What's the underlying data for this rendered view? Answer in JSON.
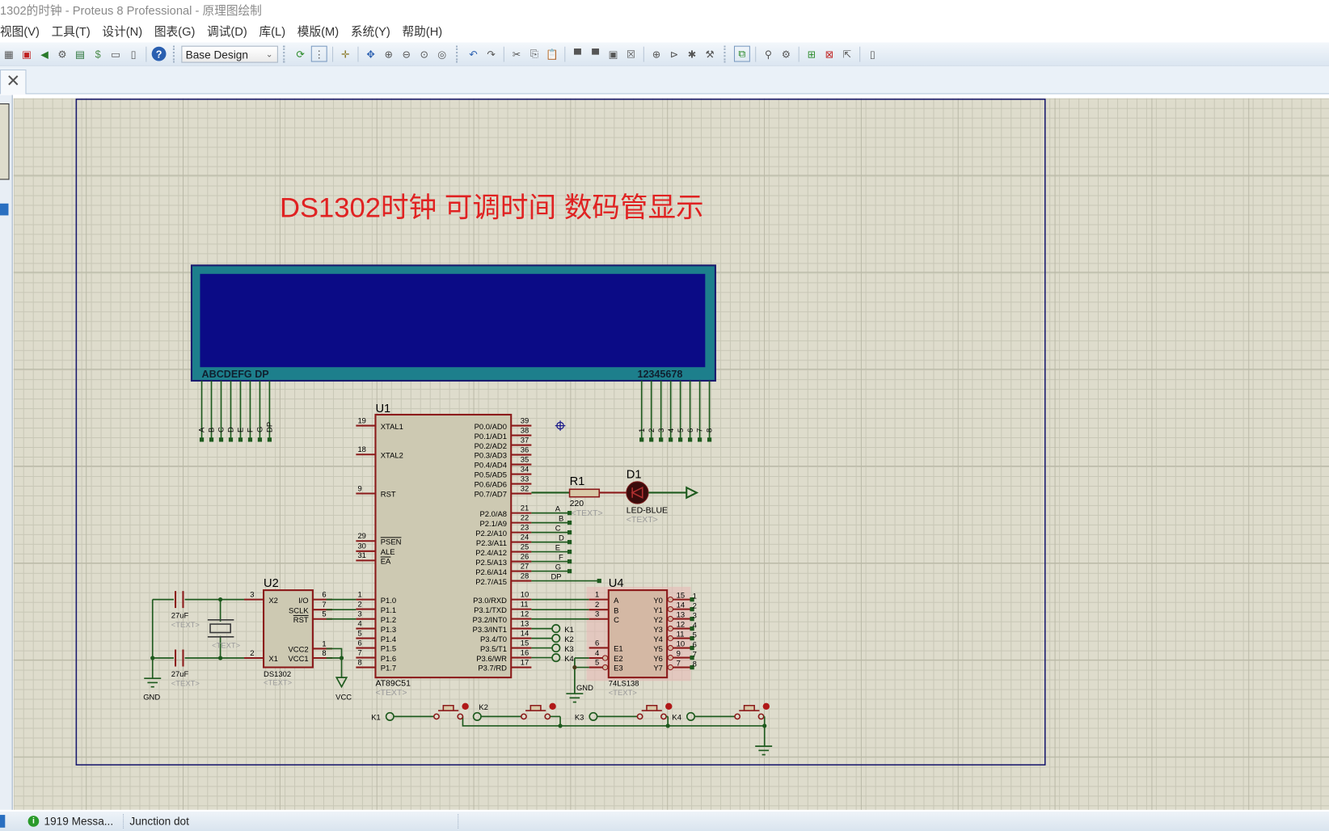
{
  "window": {
    "title": "1302的时钟 - Proteus 8 Professional - 原理图绘制"
  },
  "menu": [
    "视图(V)",
    "工具(T)",
    "设计(N)",
    "图表(G)",
    "调试(D)",
    "库(L)",
    "模版(M)",
    "系统(Y)",
    "帮助(H)"
  ],
  "toolbar": {
    "design_select": "Base Design"
  },
  "tab": {
    "close": "✕"
  },
  "status": {
    "messages": "1919 Messa...",
    "hint": "Junction dot"
  },
  "schematic": {
    "title": "DS1302时钟  可调时间 数码管显示",
    "display": {
      "seg_label": "ABCDEFG DP",
      "digit_label": "12345678",
      "seg_pins": [
        "A",
        "B",
        "C",
        "D",
        "E",
        "F",
        "G",
        "DP"
      ],
      "digit_pins": [
        "1",
        "2",
        "3",
        "4",
        "5",
        "6",
        "7",
        "8"
      ]
    },
    "u1": {
      "ref": "U1",
      "part": "AT89C51",
      "text": "<TEXT>",
      "left_pins": [
        [
          "19",
          "XTAL1"
        ],
        [
          "18",
          "XTAL2"
        ],
        [
          "9",
          "RST"
        ],
        [
          "29",
          "PSEN"
        ],
        [
          "30",
          "ALE"
        ],
        [
          "31",
          "EA"
        ],
        [
          "1",
          "P1.0"
        ],
        [
          "2",
          "P1.1"
        ],
        [
          "3",
          "P1.2"
        ],
        [
          "4",
          "P1.3"
        ],
        [
          "5",
          "P1.4"
        ],
        [
          "6",
          "P1.5"
        ],
        [
          "7",
          "P1.6"
        ],
        [
          "8",
          "P1.7"
        ]
      ],
      "p0": [
        [
          "39",
          "P0.0/AD0"
        ],
        [
          "38",
          "P0.1/AD1"
        ],
        [
          "37",
          "P0.2/AD2"
        ],
        [
          "36",
          "P0.3/AD3"
        ],
        [
          "35",
          "P0.4/AD4"
        ],
        [
          "34",
          "P0.5/AD5"
        ],
        [
          "33",
          "P0.6/AD6"
        ],
        [
          "32",
          "P0.7/AD7"
        ]
      ],
      "p2": [
        [
          "21",
          "P2.0/A8"
        ],
        [
          "22",
          "P2.1/A9"
        ],
        [
          "23",
          "P2.2/A10"
        ],
        [
          "24",
          "P2.3/A11"
        ],
        [
          "25",
          "P2.4/A12"
        ],
        [
          "26",
          "P2.5/A13"
        ],
        [
          "27",
          "P2.6/A14"
        ],
        [
          "28",
          "P2.7/A15"
        ]
      ],
      "p3": [
        [
          "10",
          "P3.0/RXD"
        ],
        [
          "11",
          "P3.1/TXD"
        ],
        [
          "12",
          "P3.2/INT0"
        ],
        [
          "13",
          "P3.3/INT1"
        ],
        [
          "14",
          "P3.4/T0"
        ],
        [
          "15",
          "P3.5/T1"
        ],
        [
          "16",
          "P3.6/WR"
        ],
        [
          "17",
          "P3.7/RD"
        ]
      ],
      "p2_nets": [
        "A",
        "B",
        "C",
        "D",
        "E",
        "F",
        "G",
        "DP"
      ],
      "key_nets": [
        "K1",
        "K2",
        "K3",
        "K4"
      ]
    },
    "r1": {
      "ref": "R1",
      "value": "220",
      "text": "<TEXT>"
    },
    "d1": {
      "ref": "D1",
      "part": "LED-BLUE",
      "text": "<TEXT>"
    },
    "u2": {
      "ref": "U2",
      "part": "DS1302",
      "text": "<TEXT>",
      "left_pins": [
        [
          "3",
          "X2"
        ],
        [
          "2",
          "X1"
        ]
      ],
      "right_pins": [
        [
          "6",
          "I/O"
        ],
        [
          "7",
          "SCLK"
        ],
        [
          "5",
          "RST"
        ],
        [
          "1",
          "VCC2"
        ],
        [
          "8",
          "VCC1"
        ]
      ]
    },
    "caps": [
      {
        "value": "27uF",
        "text": "<TEXT>"
      },
      {
        "value": "27uF",
        "text": "<TEXT>"
      }
    ],
    "crystal": {
      "text": "<TEXT>"
    },
    "u4": {
      "ref": "U4",
      "part": "74LS138",
      "text": "<TEXT>",
      "left_pins": [
        [
          "1",
          "A"
        ],
        [
          "2",
          "B"
        ],
        [
          "3",
          "C"
        ],
        [
          "6",
          "E1"
        ],
        [
          "4",
          "E2"
        ],
        [
          "5",
          "E3"
        ]
      ],
      "right_pins": [
        [
          "15",
          "Y0",
          "1"
        ],
        [
          "14",
          "Y1",
          "2"
        ],
        [
          "13",
          "Y2",
          "3"
        ],
        [
          "12",
          "Y3",
          "4"
        ],
        [
          "11",
          "Y4",
          "5"
        ],
        [
          "10",
          "Y5",
          "6"
        ],
        [
          "9",
          "Y6",
          "7"
        ],
        [
          "7",
          "Y7",
          "8"
        ]
      ]
    },
    "power": {
      "gnd": "GND",
      "vcc": "VCC"
    },
    "keys": [
      "K1",
      "K2",
      "K3",
      "K4"
    ]
  },
  "colors": {
    "wire": "#1e5a1e",
    "pin": "#8b1a1a",
    "body": "#cdc9b2",
    "title": "#e02222",
    "frame": "#1a1a6e"
  }
}
